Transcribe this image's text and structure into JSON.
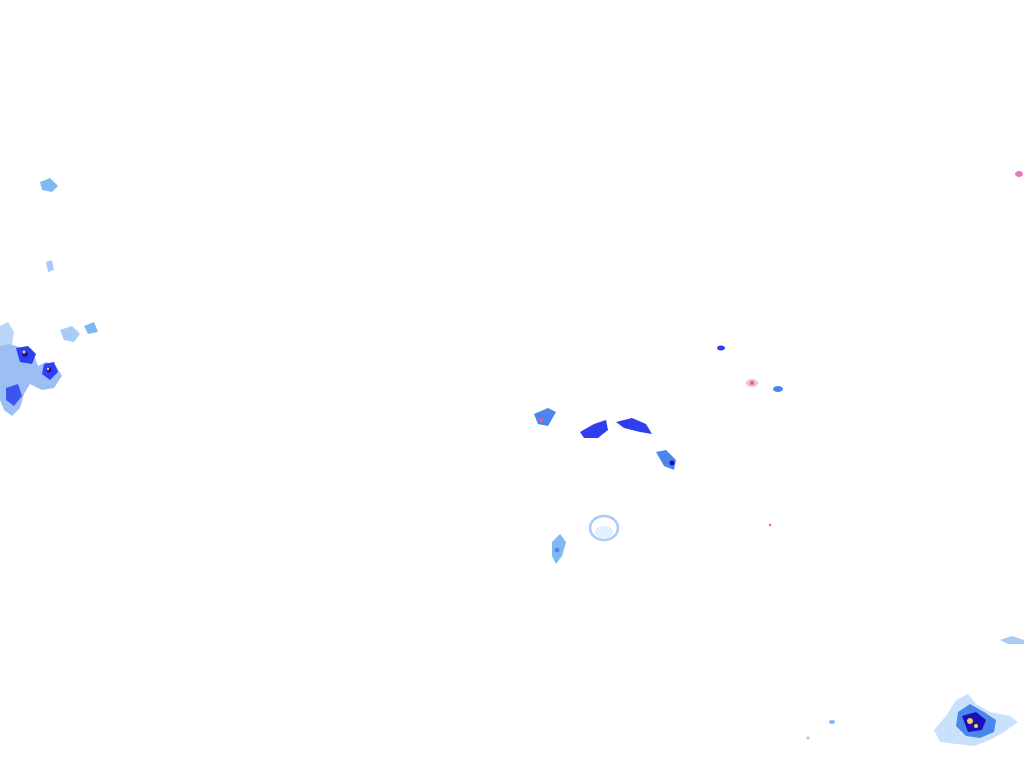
{
  "map": {
    "background_color": "#ffffff",
    "legend_colors": {
      "very_light": "#c8e2fb",
      "light": "#7fb9f2",
      "medium_light": "#4a86ec",
      "medium": "#2e3ff0",
      "heavy": "#1a10b8",
      "very_heavy": "#e05aa6",
      "extreme": "#f2d44a"
    },
    "precipitation_cells": [
      {
        "name": "west-cluster",
        "intensity": "heavy"
      },
      {
        "name": "west-upper-patch",
        "intensity": "light"
      },
      {
        "name": "central-arc",
        "intensity": "medium"
      },
      {
        "name": "central-ring",
        "intensity": "very_light"
      },
      {
        "name": "central-south-cell",
        "intensity": "medium_light"
      },
      {
        "name": "east-small-cells",
        "intensity": "very_heavy"
      },
      {
        "name": "southeast-cluster",
        "intensity": "extreme"
      },
      {
        "name": "northeast-edge-cell",
        "intensity": "very_heavy"
      }
    ]
  }
}
